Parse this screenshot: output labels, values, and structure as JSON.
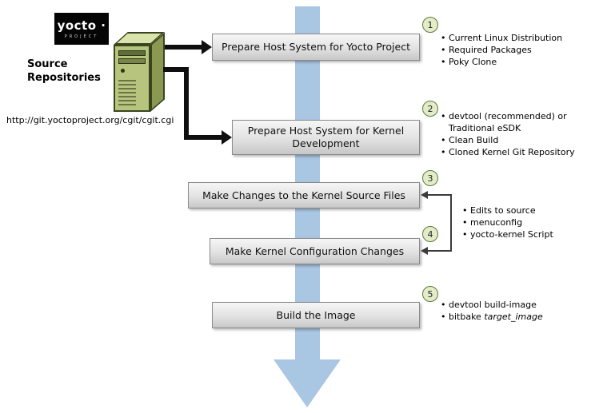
{
  "logo": {
    "brand": "yocto ·",
    "subtitle": "PROJECT"
  },
  "source": {
    "label": "Source Repositories",
    "url": "http://git.yoctoproject.org/cgit/cgit.cgi"
  },
  "steps": [
    {
      "num": "1",
      "title": "Prepare Host System for Yocto Project",
      "bullets": [
        "Current Linux Distribution",
        "Required Packages",
        "Poky Clone"
      ]
    },
    {
      "num": "2",
      "title": "Prepare Host System for Kernel Development",
      "bullets": [
        "devtool (recommended) or Traditional eSDK",
        "Clean Build",
        "Cloned Kernel Git Repository"
      ]
    },
    {
      "num": "3",
      "title": "Make Changes to the Kernel Source Files"
    },
    {
      "num": "4",
      "title": "Make Kernel Configuration Changes"
    },
    {
      "num": "5",
      "title": "Build the Image",
      "bullets": [
        "devtool build-image"
      ],
      "bullet_italic": {
        "prefix": "bitbake ",
        "term": "target_image"
      }
    }
  ],
  "shared_bullets": [
    "Edits to source",
    "menuconfig",
    "yocto-kernel Script"
  ]
}
